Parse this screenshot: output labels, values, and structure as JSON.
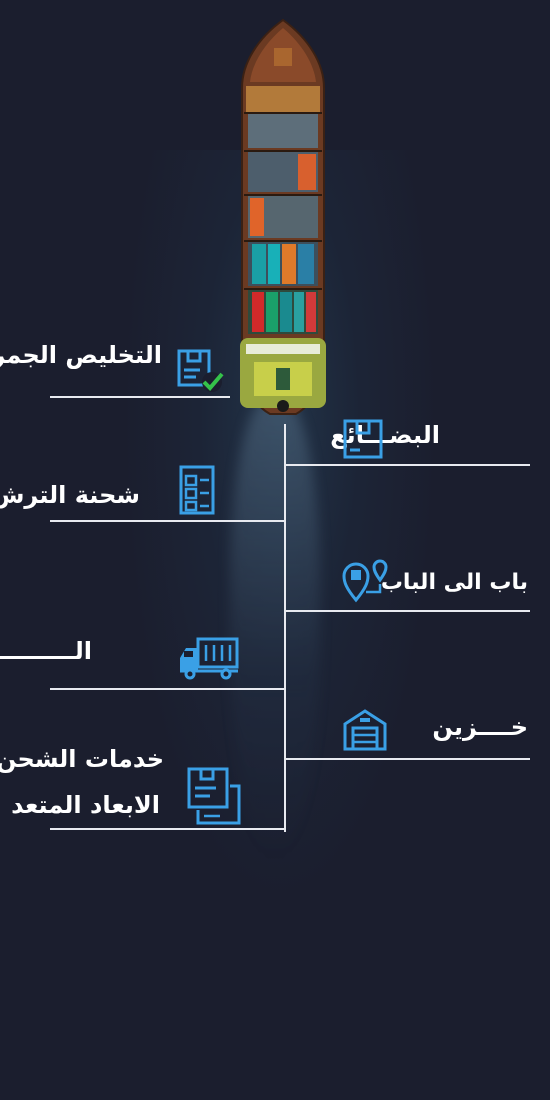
{
  "colors": {
    "background": "#1b1e2e",
    "line": "#e8eaf0",
    "icon_blue": "#3aa0e6",
    "check_green": "#35c24a",
    "text": "#ffffff"
  },
  "services": {
    "left": [
      {
        "label": "التخليص الجمر",
        "icon": "document-check-icon"
      },
      {
        "label": "شحنة الترش",
        "icon": "box-list-icon"
      },
      {
        "label": "الـــــــــــــ",
        "icon": "truck-icon"
      },
      {
        "label_line1": "خدمات الشحن",
        "label_line2": "الابعاد المتعد",
        "icon": "boxes-document-icon"
      }
    ],
    "right": [
      {
        "label": "البضـــائع",
        "icon": "box-icon"
      },
      {
        "label": "باب الى الباب",
        "icon": "location-route-icon"
      },
      {
        "label": "خــــزين",
        "icon": "warehouse-icon"
      }
    ]
  }
}
